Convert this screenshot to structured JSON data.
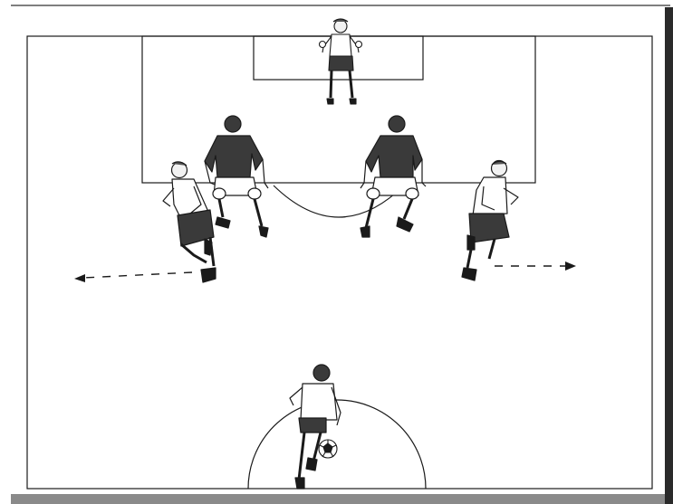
{
  "diagram": {
    "colors": {
      "line": "#1a1a1a",
      "dark_kit": "#3a3a3a",
      "light_kit": "#ffffff",
      "skin": "#f2f2f2",
      "frame_bottom": "#8a8a8a",
      "frame_right": "#2a2a2a"
    },
    "players": [
      {
        "role": "goalkeeper",
        "kit": "light"
      },
      {
        "role": "defender-left",
        "kit": "dark"
      },
      {
        "role": "defender-right",
        "kit": "dark"
      },
      {
        "role": "runner-left",
        "kit": "light",
        "run_direction": "left"
      },
      {
        "role": "runner-right",
        "kit": "light",
        "run_direction": "right"
      },
      {
        "role": "dribbler",
        "kit": "light",
        "has_ball": true
      }
    ],
    "arrows": [
      {
        "name": "left-run-arrow",
        "direction": "left",
        "style": "dashed"
      },
      {
        "name": "right-run-arrow",
        "direction": "right",
        "style": "dashed"
      }
    ]
  }
}
